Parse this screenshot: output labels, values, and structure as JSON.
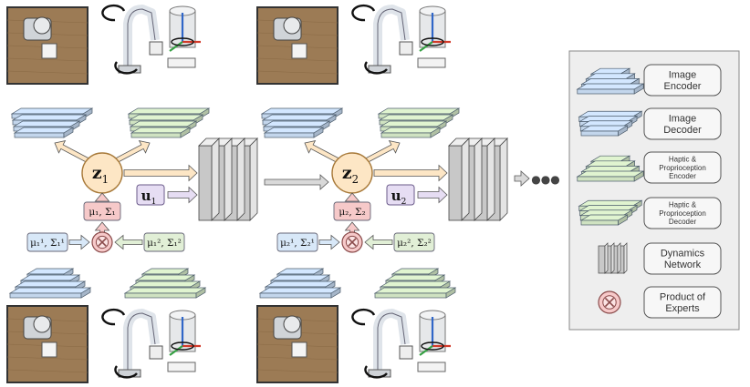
{
  "steps": [
    {
      "latent": {
        "base": "z",
        "sub": "1"
      },
      "action": {
        "base": "u",
        "sub": "1"
      },
      "poe_params": "μ₁, Σ₁",
      "vision_params": "μ₁¹, Σ₁¹",
      "haptic_params": "μ₁², Σ₁²"
    },
    {
      "latent": {
        "base": "z",
        "sub": "2"
      },
      "action": {
        "base": "u",
        "sub": "2"
      },
      "poe_params": "μ₂, Σ₂",
      "vision_params": "μ₂¹, Σ₂¹",
      "haptic_params": "μ₂², Σ₂²"
    }
  ],
  "ellipsis": "●●●",
  "legend": {
    "items": [
      {
        "label": "Image\nEncoder",
        "icon": "image-encoder-icon"
      },
      {
        "label": "Image\nDecoder",
        "icon": "image-decoder-icon"
      },
      {
        "label": "Haptic &\nProprioception\nEncoder",
        "icon": "haptic-encoder-icon"
      },
      {
        "label": "Haptic &\nProprioception\nDecoder",
        "icon": "haptic-decoder-icon"
      },
      {
        "label": "Dynamics\nNetwork",
        "icon": "dynamics-network-icon"
      },
      {
        "label": "Product of\nExperts",
        "icon": "product-of-experts-icon"
      }
    ]
  },
  "colors": {
    "blue_layer": "#c3d6ec",
    "green_layer": "#cfe2c1",
    "latent_fill": "#fde6c5",
    "action_fill": "#e6ddf3",
    "poe_fill": "#f6c9c9",
    "param_blue": "#d8e8f8",
    "param_green": "#e1efd6",
    "table_wood": "#9c7b55",
    "dyn_block": "#c8c8c8"
  }
}
